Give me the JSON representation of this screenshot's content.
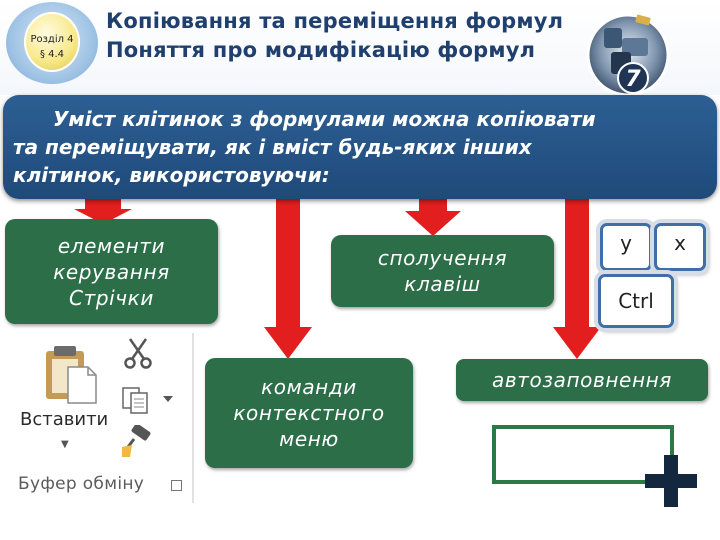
{
  "header": {
    "section_label": "Розділ 4",
    "section_number": "§ 4.4",
    "title_line1": "Копіювання та переміщення формул",
    "title_line2": "Поняття про модифікацію формул",
    "chapter_number": "7"
  },
  "banner": {
    "line1": "Уміст клітинок з формулами можна копіювати",
    "line2": "та переміщувати, як і вміст будь-яких інших",
    "line3": "клітинок, використовуючи:"
  },
  "methods": {
    "ribbon": {
      "line1": "елементи",
      "line2": "керування",
      "line3": "Стрічки"
    },
    "keys": {
      "line1": "сполучення",
      "line2": "клавіш"
    },
    "context": {
      "line1": "команди",
      "line2": "контекстного",
      "line3": "меню"
    },
    "autofill": "автозаповнення"
  },
  "keyboard": {
    "key1": "y",
    "key2": "x",
    "key3": "Ctrl"
  },
  "clipboard_panel": {
    "paste_label": "Вставити",
    "group_label": "Буфер обміну",
    "icons": [
      "paste-icon",
      "cut-icon",
      "copy-icon",
      "format-painter-icon"
    ]
  },
  "colors": {
    "title": "#1f3f6e",
    "banner": "#2d5f94",
    "card": "#2b6e48",
    "arrow": "#e31e1e",
    "key_border": "#3f6fa6"
  }
}
